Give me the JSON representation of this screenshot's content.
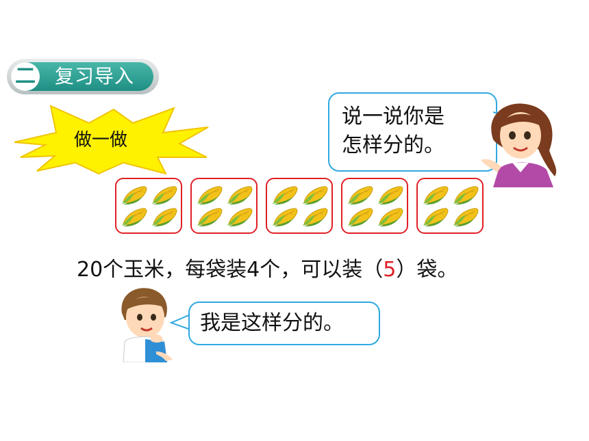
{
  "header": {
    "section_number": "二",
    "section_title": "复习导入"
  },
  "activity": {
    "label": "做一做"
  },
  "teacher_bubble": {
    "line1": "说一说你是",
    "line2": "怎样分的。"
  },
  "groups": {
    "bag_count": 5,
    "corn_per_bag": 4
  },
  "sentence": {
    "before": "20个玉米，每袋装4个，可以装（",
    "answer": "5",
    "after": "）袋。"
  },
  "boy_bubble": {
    "text": "我是这样分的。"
  },
  "colors": {
    "accent_teal": "#1f8f84",
    "box_border": "#e01f26",
    "bubble_border": "#2fa8e0",
    "burst_fill": "#fff200",
    "answer_color": "#e01f26"
  }
}
